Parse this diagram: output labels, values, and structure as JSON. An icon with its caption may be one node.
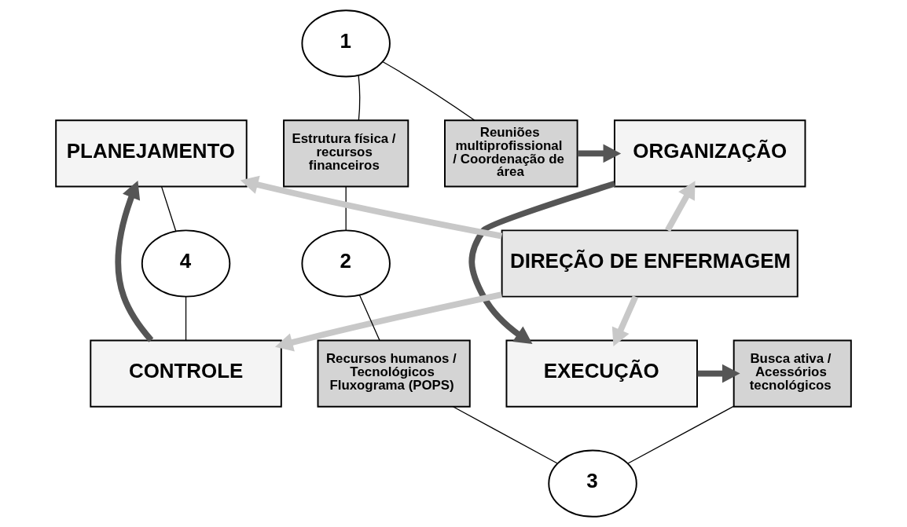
{
  "diagram": {
    "nodes": [
      {
        "text": [
          "PLANEJAMENTO"
        ]
      },
      {
        "text": [
          "Reuniões multiprofissional / Coordenação de área"
        ]
      },
      {
        "text": [
          "ORGANIZAÇÃO"
        ]
      },
      {
        "text": [
          "Estrutura física / recursos financeiros"
        ]
      },
      {
        "text": [
          "DIREÇÃO DE ENFERMAGEM"
        ]
      },
      {
        "text": [
          "CONTROLE"
        ]
      },
      {
        "text": [
          "Busca ativa / Acessórios tecnológicos"
        ]
      },
      {
        "text": [
          "EXECUÇÃO"
        ]
      },
      {
        "text": [
          "Recursos humanos / Tecnológicos Fluxograma (POPS)"
        ]
      },
      {
        "text": [
          "1"
        ]
      },
      {
        "text": [
          "2"
        ]
      },
      {
        "text": [
          "3"
        ]
      },
      {
        "text": [
          "4"
        ]
      }
    ],
    "edges": [
      {
        "from": 1,
        "to": 2,
        "arrow": "to",
        "style": "thick",
        "color": "#555555"
      },
      {
        "from": 2,
        "to": 7,
        "arrow": "to",
        "style": "thick",
        "color": "#555555"
      },
      {
        "from": 7,
        "to": 6,
        "arrow": "to",
        "style": "thick",
        "color": "#555555"
      },
      {
        "from": 5,
        "to": 0,
        "arrow": "to",
        "style": "thick",
        "color": "#555555"
      },
      {
        "from": 4,
        "to": 0,
        "arrow": "to",
        "style": "thick",
        "color": "#c8c8c8"
      },
      {
        "from": 4,
        "to": 2,
        "arrow": "to",
        "style": "thick",
        "color": "#c8c8c8"
      },
      {
        "from": 4,
        "to": 5,
        "arrow": "to",
        "style": "thick",
        "color": "#c8c8c8"
      },
      {
        "from": 4,
        "to": 7,
        "arrow": "to",
        "style": "thick",
        "color": "#c8c8c8"
      },
      {
        "from": 1,
        "to": 9,
        "arrow": "none"
      },
      {
        "from": 9,
        "to": 3,
        "arrow": "none"
      },
      {
        "from": 3,
        "to": 10,
        "arrow": "none"
      },
      {
        "from": 10,
        "to": 8,
        "arrow": "none"
      },
      {
        "from": 6,
        "to": 11,
        "arrow": "none"
      },
      {
        "from": 11,
        "to": 8,
        "arrow": "none"
      },
      {
        "from": 0,
        "to": 12,
        "arrow": "none"
      },
      {
        "from": 12,
        "to": 5,
        "arrow": "none"
      }
    ]
  }
}
